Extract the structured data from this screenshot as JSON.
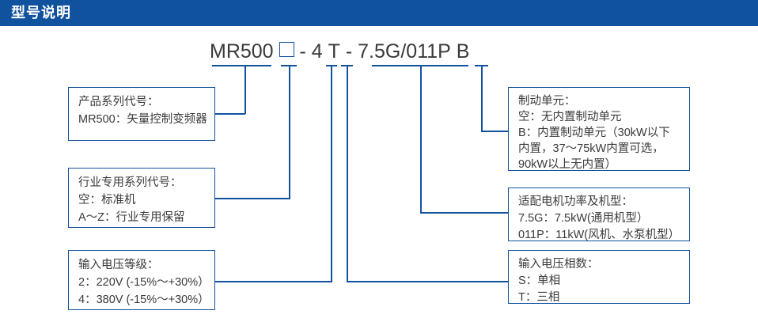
{
  "header": {
    "title": "型号说明",
    "bar_color": "#11529f",
    "text_color": "#ffffff"
  },
  "model": {
    "full": "MR500 □ - 4 T - 7.5G/011P B",
    "segments": [
      {
        "key": "series",
        "text": "MR500"
      },
      {
        "key": "industry",
        "text": "□",
        "is_box_glyph": true
      },
      {
        "key": "dash1",
        "text": "-"
      },
      {
        "key": "voltage",
        "text": "4"
      },
      {
        "key": "phase",
        "text": "T"
      },
      {
        "key": "dash2",
        "text": "-"
      },
      {
        "key": "power",
        "text": "7.5G/011P"
      },
      {
        "key": "brake",
        "text": "B"
      }
    ],
    "text_color": "#3a3a3a",
    "rule_color": "#11529f"
  },
  "boxes": {
    "series": {
      "lines": [
        "产品系列代号：",
        "MR500：矢量控制变频器"
      ]
    },
    "industry": {
      "lines": [
        "行业专用系列代号：",
        "空：标准机",
        "A～Z：行业专用保留"
      ]
    },
    "voltage": {
      "lines": [
        "输入电压等级：",
        "2：220V (-15%～+30%）",
        "4：380V (-15%～+30%）"
      ]
    },
    "brake": {
      "lines": [
        "制动单元：",
        "空：无内置制动单元",
        "B：内置制动单元（30kW以下内置，37～75kW内置可选，90kW以上无内置）"
      ]
    },
    "motor": {
      "lines": [
        "适配电机功率及机型：",
        "7.5G：7.5kW(通用机型）",
        "011P：11kW(风机、水泵机型）"
      ]
    },
    "phase": {
      "lines": [
        "输入电压相数：",
        "S：单相",
        "T：三相"
      ]
    }
  },
  "colors": {
    "brand_blue": "#11529f",
    "text_dark": "#3a3a3a",
    "background": "#ffffff"
  }
}
